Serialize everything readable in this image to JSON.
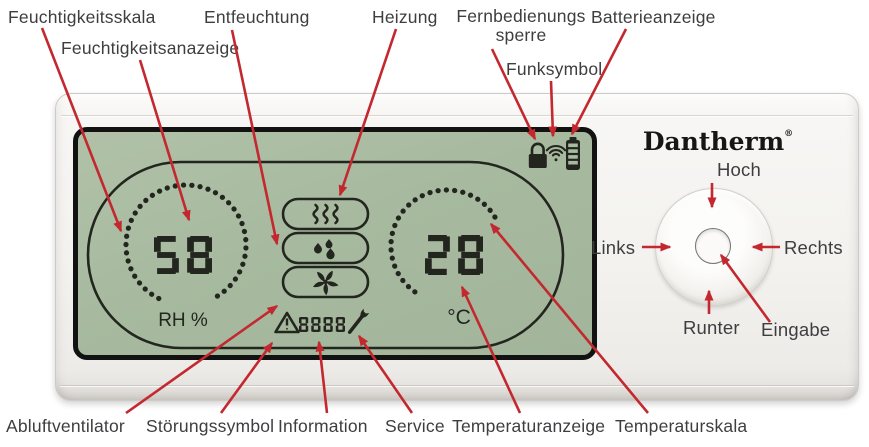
{
  "colors": {
    "arrow": "#c4282f",
    "lcd_bg": "#a8bba1",
    "lcd_ink": "#23261e",
    "lcd_frame": "#121212",
    "label_text": "#3d3e40",
    "body": "#f4f3f0",
    "brand_text": "#171614"
  },
  "callouts": {
    "feuchtigkeitsskala": "Feuchtigkeitsskala",
    "feuchtigkeitsanazeige": "Feuchtigkeitsanazeige",
    "entfeuchtung": "Entfeuchtung",
    "heizung": "Heizung",
    "fernbedienungssperre_line1": "Fernbedienungs",
    "fernbedienungssperre_line2": "sperre",
    "funksymbol": "Funksymbol",
    "batterieanzeige": "Batterieanzeige",
    "abluftventilator": "Abluftventilator",
    "stoerungssymbol": "Störungssymbol",
    "information": "Information",
    "service": "Service",
    "temperaturanzeige": "Temperaturanzeige",
    "temperaturskala": "Temperaturskala"
  },
  "device": {
    "brand": "Dantherm",
    "brand_mark": "®",
    "display": {
      "humidity_value": "58",
      "humidity_unit": "RH %",
      "temperature_value": "28",
      "temperature_unit": "°C",
      "info_value": "8888",
      "status_icons": [
        "lock-icon",
        "radio-signal-icon",
        "battery-icon"
      ],
      "mode_icons": [
        "heating-icon",
        "dehumidify-icon",
        "fan-icon"
      ],
      "info_icons": [
        "warning-icon",
        "service-wrench-icon"
      ]
    },
    "nav_buttons": {
      "hoch": "Hoch",
      "links": "Links",
      "rechts": "Rechts",
      "runter": "Runter",
      "eingabe": "Eingabe"
    }
  }
}
